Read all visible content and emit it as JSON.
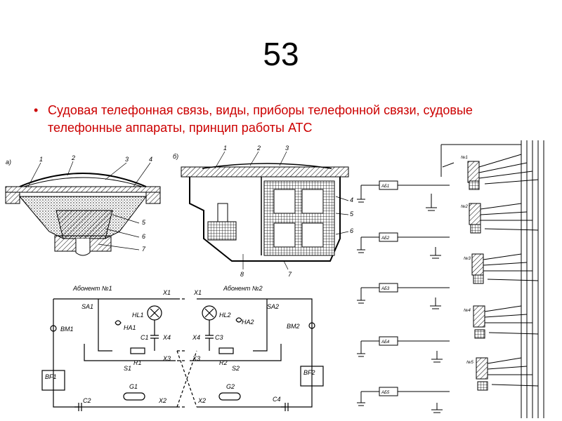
{
  "slide": {
    "title": "53",
    "bullet_text": "Судовая телефонная связь, виды, приборы телефонной связи, судовые телефонные аппараты, принцип работы АТС",
    "accent_color": "#cc0000"
  },
  "figures": {
    "speaker_a": {
      "panel_label": "а)",
      "callouts": [
        "1",
        "2",
        "3",
        "4",
        "5",
        "6",
        "7"
      ]
    },
    "speaker_b": {
      "panel_label": "б)",
      "callouts": [
        "1",
        "2",
        "3",
        "4",
        "5",
        "6",
        "7",
        "8"
      ]
    },
    "circuit": {
      "subscriber1": "Абонент №1",
      "subscriber2": "Абонент №2",
      "labels": [
        "SA1",
        "BM1",
        "BF1",
        "HL1",
        "HA1",
        "C1",
        "R1",
        "S1",
        "G1",
        "C2",
        "X1",
        "X4",
        "X3",
        "X2",
        "SA2",
        "BM2",
        "BF2",
        "HL2",
        "HA2",
        "C3",
        "R2",
        "S2",
        "G2",
        "C4"
      ]
    },
    "exchange": {
      "box_labels": [
        "АБ1",
        "АБ2",
        "АБ3",
        "АБ4",
        "АБ5"
      ],
      "selector_labels": [
        "№1",
        "№2",
        "№3",
        "№4",
        "№5"
      ]
    }
  }
}
